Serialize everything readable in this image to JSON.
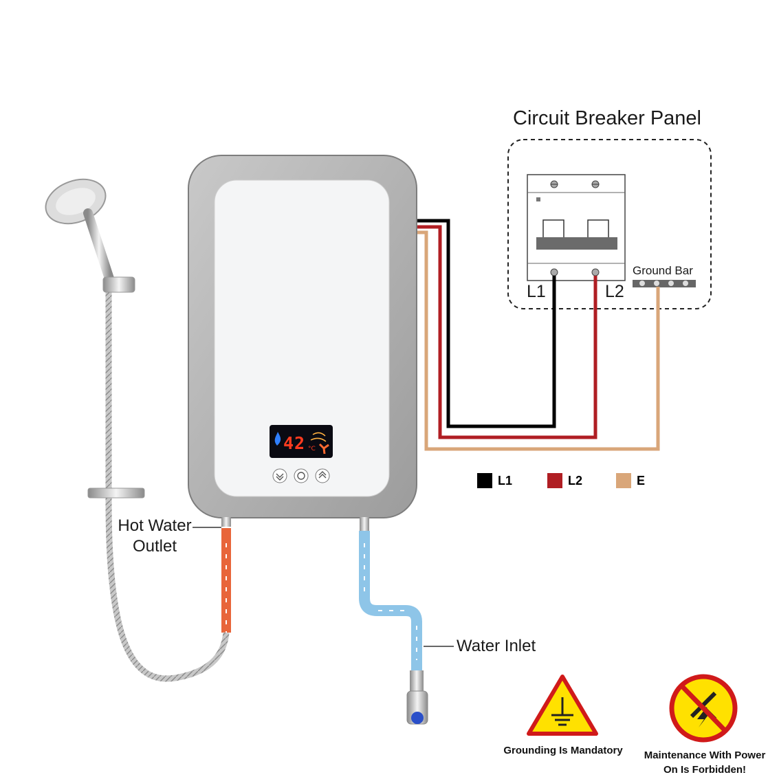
{
  "panel": {
    "title": "Circuit Breaker Panel",
    "ground_bar": "Ground Bar",
    "l1": "L1",
    "l2": "L2"
  },
  "heater": {
    "display_temp": "42",
    "display_unit": "°C"
  },
  "labels": {
    "hot_water": "Hot Water Outlet",
    "water_inlet": "Water Inlet"
  },
  "legend": [
    {
      "label": "L1",
      "color": "#000000"
    },
    {
      "label": "L2",
      "color": "#b01e23"
    },
    {
      "label": "E",
      "color": "#d9a679"
    }
  ],
  "warnings": {
    "grounding": "Grounding Is Mandatory",
    "maintenance": "Maintenance With Power On Is Forbidden!"
  },
  "icons": [
    "shower-head-icon",
    "ground-symbol-icon",
    "no-tools-icon",
    "lightning-icon",
    "flame-icon",
    "fan-icon"
  ]
}
